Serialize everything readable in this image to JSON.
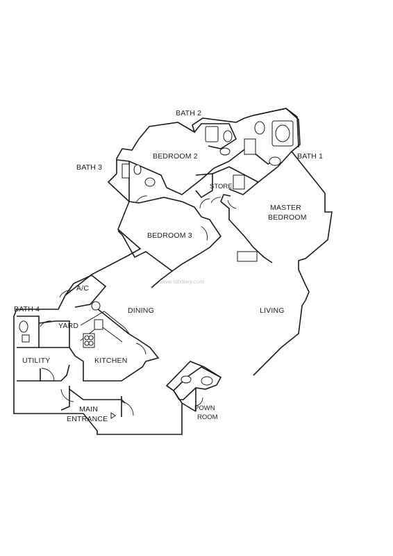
{
  "rooms": {
    "bath2": "BATH 2",
    "bedroom2": "BEDROOM 2",
    "bath1": "BATH 1",
    "bath3": "BATH 3",
    "store": "STORE",
    "master_line1": "MASTER",
    "master_line2": "BEDROOM",
    "bedroom3": "BEDROOM 3",
    "ac": "A/C",
    "bath4": "BATH 4",
    "dining": "DINING",
    "living": "LIVING",
    "yard": "YARD",
    "utility": "UTILITY",
    "kitchen": "KITCHEN",
    "main_line1": "MAIN",
    "main_line2": "ENTRANCE",
    "powder_line1": "POWN",
    "powder_line2": "ROOM"
  },
  "watermark": "www.stbdiary.com",
  "colors": {
    "ink": "#1a1a1a",
    "paper": "#ffffff"
  }
}
